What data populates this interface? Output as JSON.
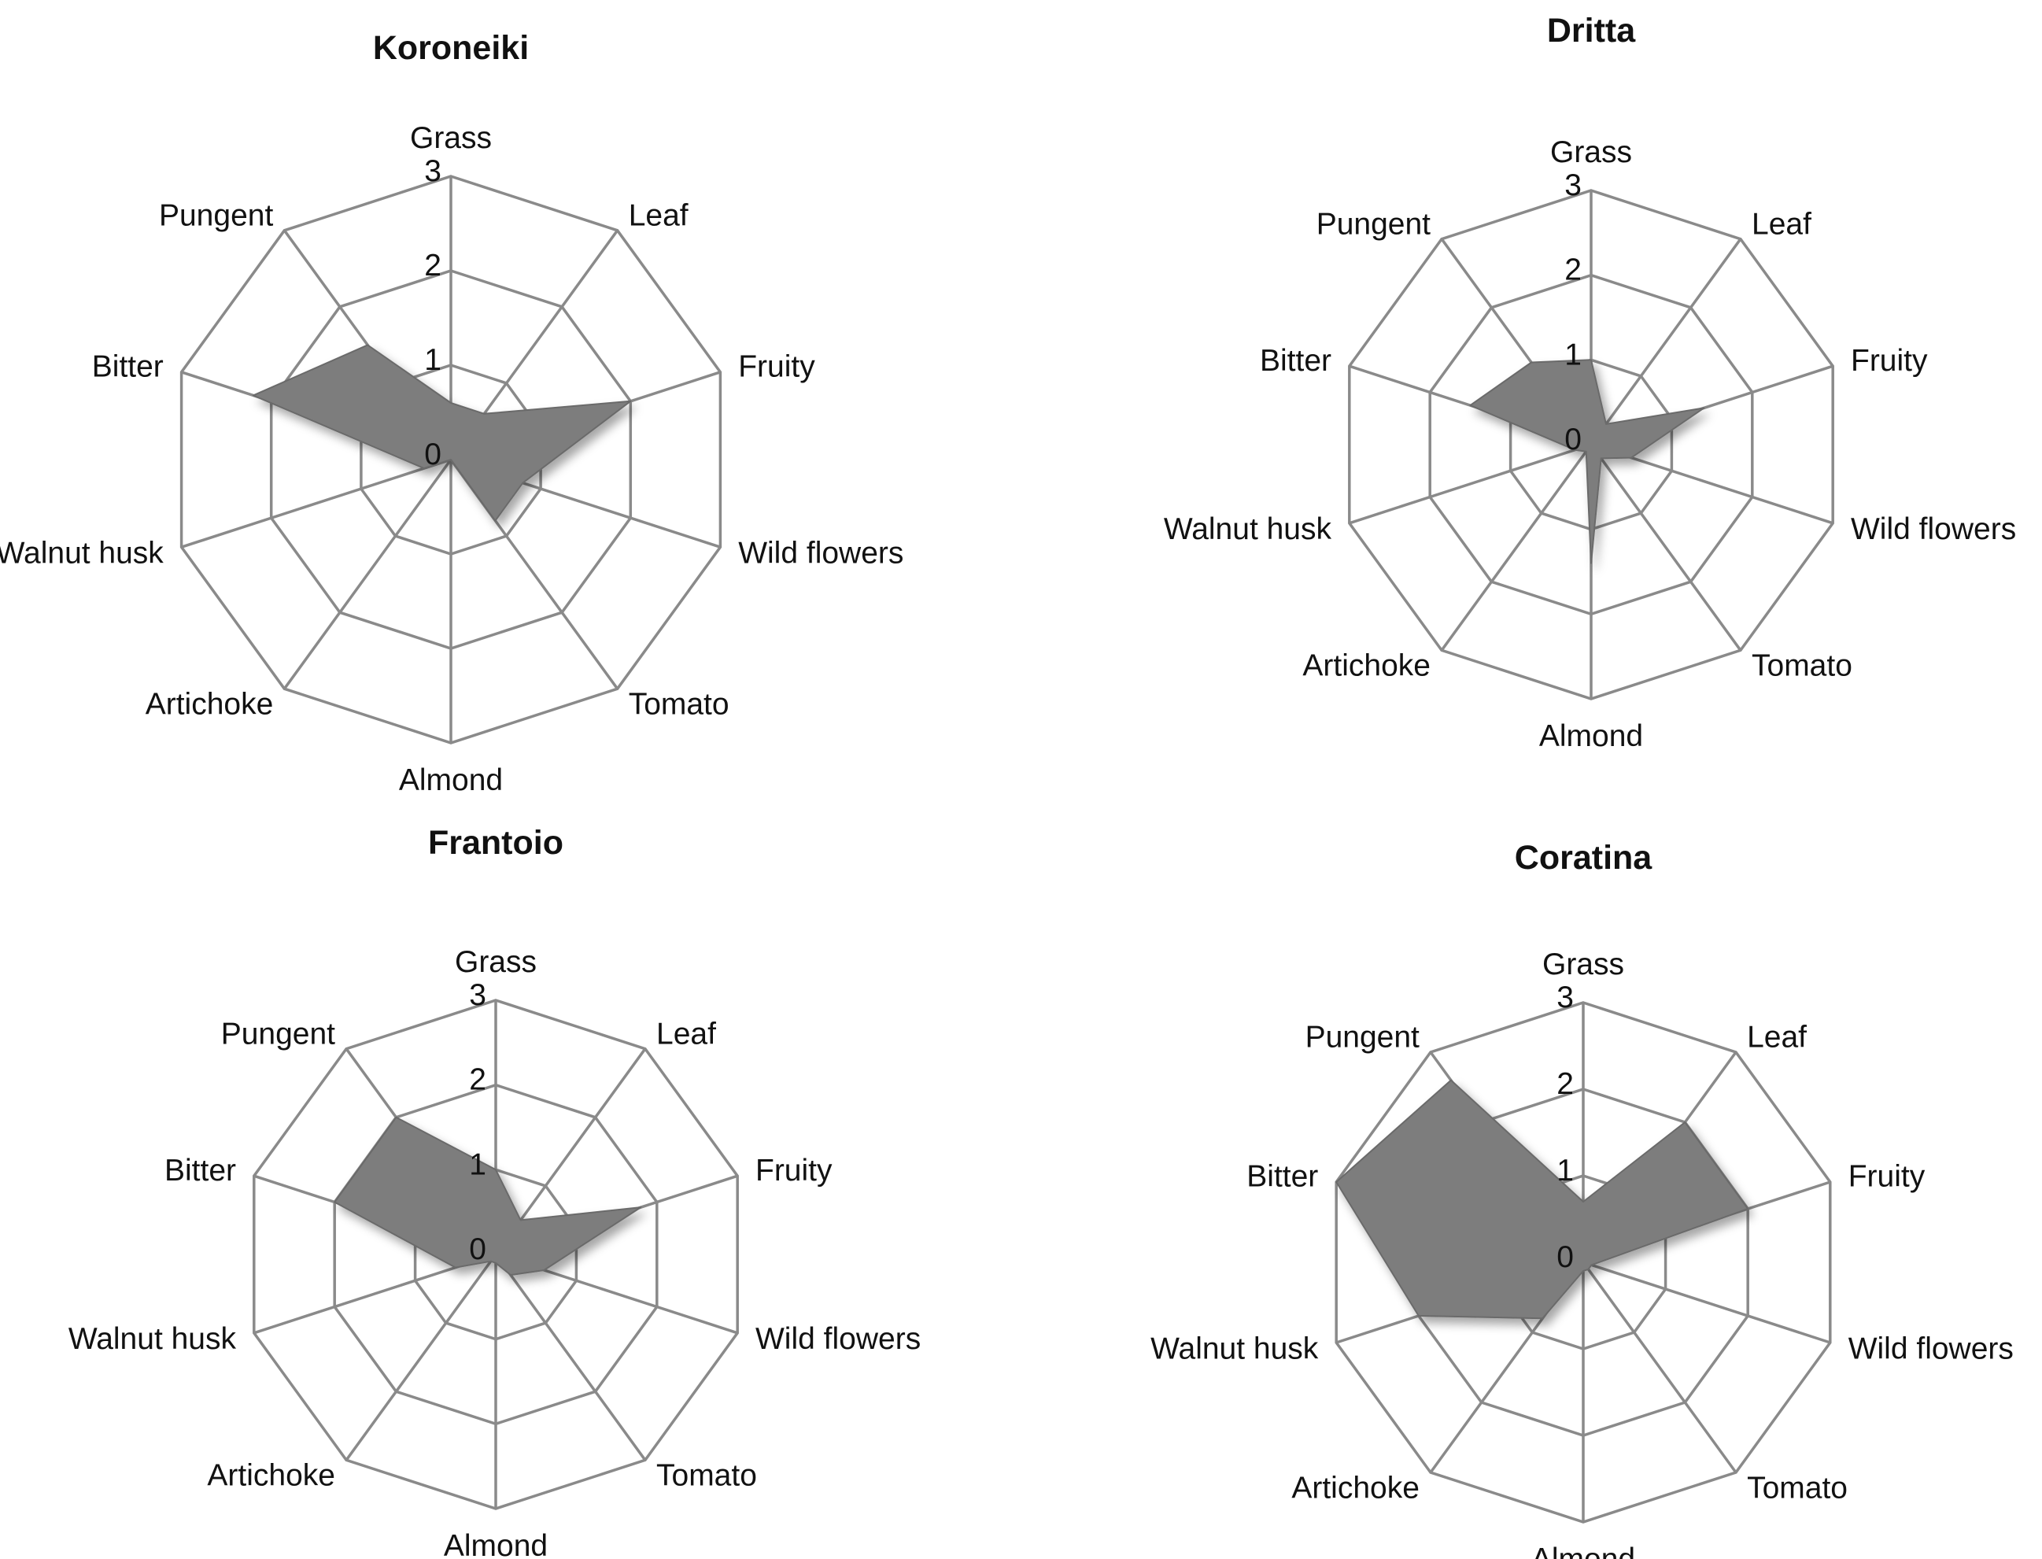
{
  "chart_data": [
    {
      "type": "radar",
      "title": "Koroneiki",
      "categories": [
        "Grass",
        "Leaf",
        "Fruity",
        "Wild flowers",
        "Tomato",
        "Almond",
        "Artichoke",
        "Walnut husk",
        "Bitter",
        "Pungent"
      ],
      "values": [
        0.6,
        0.6,
        2.0,
        0.8,
        0.8,
        0.0,
        0.0,
        0.3,
        2.2,
        1.5
      ],
      "ticks": [
        0,
        1,
        2,
        3
      ],
      "ylim": [
        0,
        3
      ],
      "colors": {
        "fill": "#7d7d7d",
        "grid": "#8a8a8a"
      }
    },
    {
      "type": "radar",
      "title": "Dritta",
      "categories": [
        "Grass",
        "Leaf",
        "Fruity",
        "Wild flowers",
        "Tomato",
        "Almond",
        "Artichoke",
        "Walnut husk",
        "Bitter",
        "Pungent"
      ],
      "values": [
        1.0,
        0.3,
        1.4,
        0.5,
        0.2,
        1.4,
        0.1,
        0.2,
        1.5,
        1.2
      ],
      "ticks": [
        0,
        1,
        2,
        3
      ],
      "ylim": [
        0,
        3
      ],
      "colors": {
        "fill": "#7d7d7d",
        "grid": "#8a8a8a"
      }
    },
    {
      "type": "radar",
      "title": "Frantoio",
      "categories": [
        "Grass",
        "Leaf",
        "Fruity",
        "Wild flowers",
        "Tomato",
        "Almond",
        "Artichoke",
        "Walnut husk",
        "Bitter",
        "Pungent"
      ],
      "values": [
        1.0,
        0.5,
        1.8,
        0.6,
        0.3,
        0.1,
        0.1,
        0.5,
        2.0,
        2.0
      ],
      "ticks": [
        0,
        1,
        2,
        3
      ],
      "ylim": [
        0,
        3
      ],
      "colors": {
        "fill": "#7d7d7d",
        "grid": "#8a8a8a"
      }
    },
    {
      "type": "radar",
      "title": "Coratina",
      "categories": [
        "Grass",
        "Leaf",
        "Fruity",
        "Wild flowers",
        "Tomato",
        "Almond",
        "Artichoke",
        "Walnut husk",
        "Bitter",
        "Pungent"
      ],
      "values": [
        0.7,
        2.0,
        2.0,
        0.1,
        0.1,
        0.1,
        0.8,
        2.0,
        3.0,
        2.6
      ],
      "ticks": [
        0,
        1,
        2,
        3
      ],
      "ylim": [
        0,
        3
      ],
      "colors": {
        "fill": "#7d7d7d",
        "grid": "#8a8a8a"
      }
    }
  ]
}
